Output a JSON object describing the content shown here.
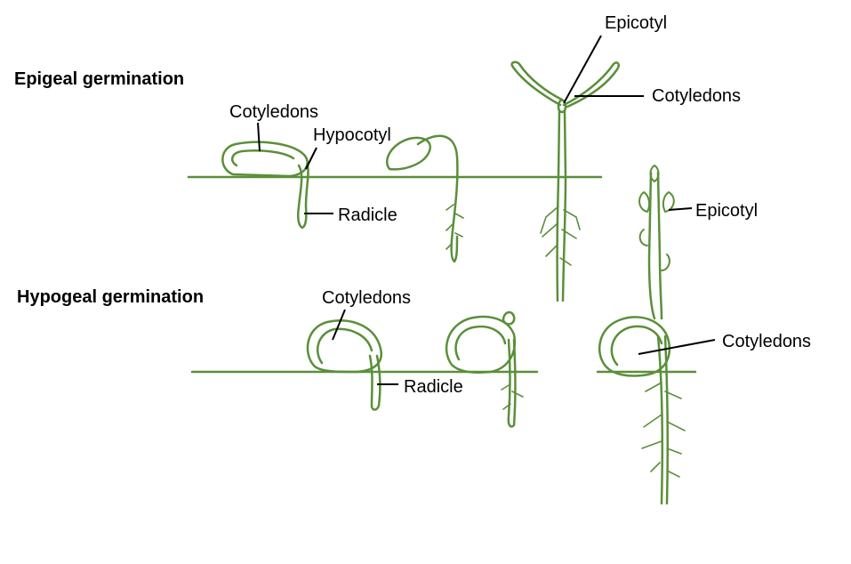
{
  "epigeal": {
    "title": "Epigeal germination",
    "labels": {
      "cotyledons_1": "Cotyledons",
      "hypocotyl": "Hypocotyl",
      "radicle": "Radicle",
      "epicotyl": "Epicotyl",
      "cotyledons_3": "Cotyledons"
    }
  },
  "hypogeal": {
    "title": "Hypogeal germination",
    "labels": {
      "cotyledons_1": "Cotyledons",
      "radicle": "Radicle",
      "epicotyl": "Epicotyl",
      "cotyledons_3": "Cotyledons"
    }
  },
  "colors": {
    "plant": "#5a8f3a",
    "line": "#000000",
    "background": "#ffffff"
  }
}
